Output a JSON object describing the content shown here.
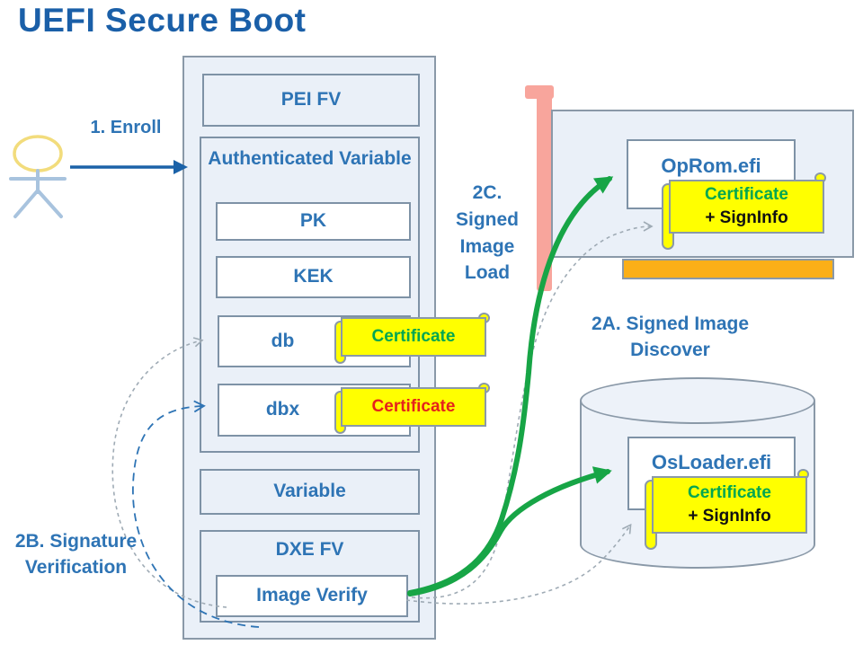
{
  "title": "UEFI Secure Boot",
  "colors": {
    "blue": "#2E74B5",
    "title_blue": "#1A5FA8",
    "border": "#8A99A8",
    "box_border": "#7E92A6",
    "panel": "#EAF0F8",
    "yellow": "#FFFF00",
    "orange": "#FBAF17",
    "salmon": "#F8A59C",
    "green_arrow": "#17A546",
    "dash_gray": "#9FABB5",
    "dash_blue": "#2E74B5",
    "enroll_blue": "#1B62A8",
    "actor_yellow": "#F2DC7C",
    "actor_body": "#A8C3DE",
    "black": "#111111"
  },
  "annotations": {
    "enroll": "1. Enroll",
    "signed_image_load": "2C.\nSigned\nImage\nLoad",
    "signed_image_discover": "2A. Signed Image\nDiscover",
    "signature_verification": "2B. Signature\nVerification"
  },
  "firmware_volume": {
    "pei_fv": "PEI FV",
    "authenticated_variable": "Authenticated Variable",
    "keys": [
      "PK",
      "KEK",
      "db",
      "dbx"
    ],
    "variable": "Variable",
    "dxe_fv": "DXE FV",
    "image_verify": "Image Verify"
  },
  "db_certificate": {
    "text": "Certificate",
    "color": "#00A651"
  },
  "dbx_certificate": {
    "text": "Certificate",
    "color": "#E5231B"
  },
  "option_rom_card": {
    "image_name": "OpRom.efi",
    "certificate": {
      "line1": "Certificate",
      "line1_color": "#00A651",
      "line2": "+ SignInfo",
      "line2_color": "#111111"
    }
  },
  "os_storage": {
    "image_name": "OsLoader.efi",
    "certificate": {
      "line1": "Certificate",
      "line1_color": "#00A651",
      "line2": "+ SignInfo",
      "line2_color": "#111111"
    }
  }
}
